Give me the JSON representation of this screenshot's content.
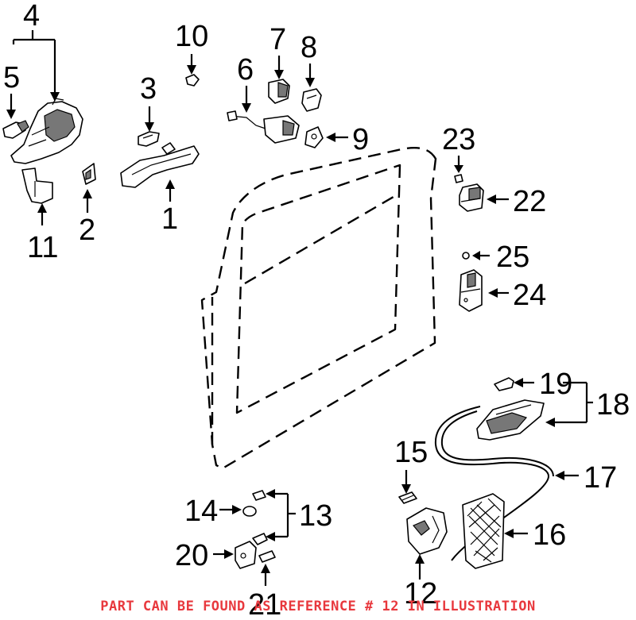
{
  "callouts": {
    "n1": "1",
    "n2": "2",
    "n3": "3",
    "n4": "4",
    "n5": "5",
    "n6": "6",
    "n7": "7",
    "n8": "8",
    "n9": "9",
    "n10": "10",
    "n11": "11",
    "n12": "12",
    "n13": "13",
    "n14": "14",
    "n15": "15",
    "n16": "16",
    "n17": "17",
    "n18": "18",
    "n19": "19",
    "n20": "20",
    "n21": "21",
    "n22": "22",
    "n23": "23",
    "n24": "24",
    "n25": "25"
  },
  "note": "PART CAN BE FOUND AS REFERENCE # 12 IN ILLUSTRATION",
  "colors": {
    "note": "#e8383d",
    "line": "#000000"
  }
}
